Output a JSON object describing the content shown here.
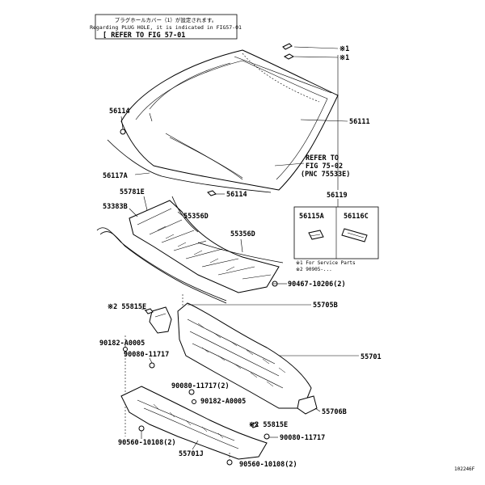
{
  "ref_box": {
    "line1": "プラグホールカバー（1）が設定されます。",
    "line2": "Regarding PLUG HOLE, it is indicated in FIG57-01",
    "line3": "[ REFER TO FIG 57-01"
  },
  "note_marks": {
    "a": "※1",
    "b": "※1"
  },
  "labels": {
    "p56114_top": "56114",
    "p56111": "56111",
    "p56117a": "56117A",
    "refer_1": "REFER TO",
    "refer_2": "FIG 75-02",
    "refer_3": "(PNC 75533E)",
    "p56114_bot": "56114",
    "p56119": "56119",
    "p55781e": "55781E",
    "p53383b": "53383B",
    "p55356d_a": "55356D",
    "p55356d_b": "55356D",
    "p56115a": "56115A",
    "p56116c": "56116C",
    "inset_note_1": "※1 For Service Parts",
    "inset_note_2": "※2 90905-...",
    "p90467": "90467-10206(2)",
    "p55815e_top": "※2 55815E",
    "p55705b": "55705B",
    "p90182_a0005_l": "90182-A0005",
    "p90080_11717_l": "90080-11717",
    "p55701": "55701",
    "p90080_11717_2": "90080-11717(2)",
    "p90182_a0005_m": "90182-A0005",
    "p55706b": "55706B",
    "p55815e_bot": "※2 55815E",
    "p90560_l": "90560-10108(2)",
    "p90080_11717_r": "90080-11717",
    "p55701j": "55701J",
    "p90560_r": "90560-10108(2)",
    "diagram_id": "102246F"
  }
}
